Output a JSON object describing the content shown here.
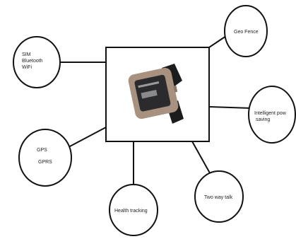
{
  "colors": {
    "line": "#111111",
    "background": "#ffffff",
    "text": "#222222",
    "watch_case": "#a8927f",
    "watch_screen": "#2b2b2e",
    "watch_strap": "#1c1c1c"
  },
  "center": {
    "image": "smartwatch-image"
  },
  "nodes": {
    "connectivity": {
      "lines": [
        "SIM",
        "Bluetooth",
        "WiFi"
      ]
    },
    "geo_fence": {
      "lines": [
        "Geo Fence"
      ]
    },
    "intelligent_power_saving": {
      "lines": [
        "Intelligent pow",
        "saving"
      ]
    },
    "two_way_talk": {
      "lines": [
        "Two way talk"
      ]
    },
    "health_tracking": {
      "lines": [
        "Health tracking"
      ]
    },
    "gps_gprs": {
      "lines": [
        "GPS",
        "GPRS"
      ]
    }
  }
}
